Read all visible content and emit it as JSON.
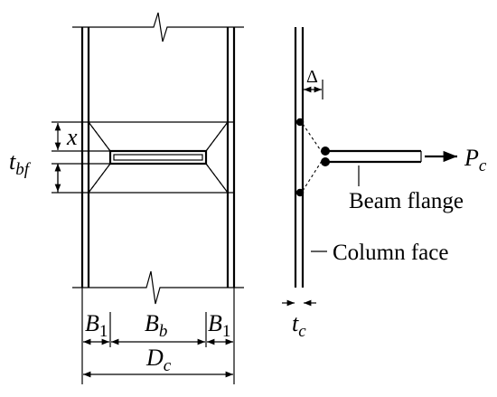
{
  "labels": {
    "x": "x",
    "tbf": {
      "base": "t",
      "sub": "bf"
    },
    "delta": "Δ",
    "pc": {
      "base": "P",
      "sub": "c"
    },
    "beam_flange": "Beam flange",
    "column_face": "Column face",
    "tc": {
      "base": "t",
      "sub": "c"
    },
    "b1_left": {
      "base": "B",
      "sub": "1"
    },
    "bb": {
      "base": "B",
      "sub": "b"
    },
    "b1_right": {
      "base": "B",
      "sub": "1"
    },
    "dc": {
      "base": "D",
      "sub": "c"
    }
  }
}
